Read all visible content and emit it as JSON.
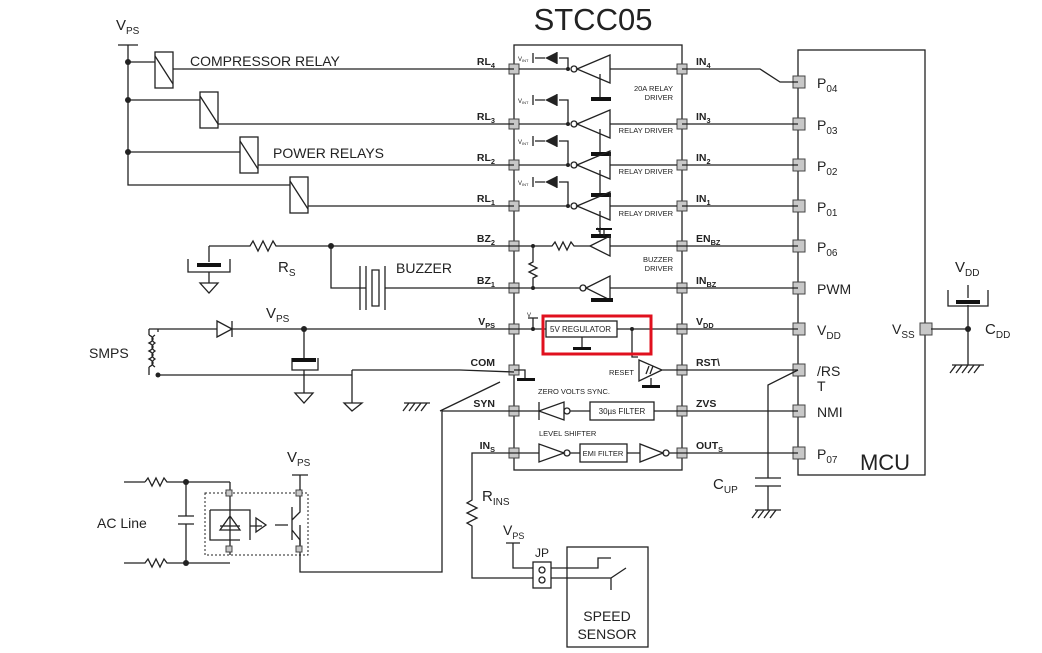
{
  "title": "STCC05",
  "ic_left_pins": [
    {
      "name": "RL",
      "sub": "4"
    },
    {
      "name": "RL",
      "sub": "3"
    },
    {
      "name": "RL",
      "sub": "2"
    },
    {
      "name": "RL",
      "sub": "1"
    },
    {
      "name": "BZ",
      "sub": "2"
    },
    {
      "name": "BZ",
      "sub": "1"
    },
    {
      "name": "V",
      "sub": "PS"
    },
    {
      "name": "COM",
      "sub": ""
    },
    {
      "name": "SYN",
      "sub": ""
    },
    {
      "name": "IN",
      "sub": "S"
    }
  ],
  "ic_right_pins": [
    {
      "name": "IN",
      "sub": "4"
    },
    {
      "name": "IN",
      "sub": "3"
    },
    {
      "name": "IN",
      "sub": "2"
    },
    {
      "name": "IN",
      "sub": "1"
    },
    {
      "name": "EN",
      "sub": "BZ"
    },
    {
      "name": "IN",
      "sub": "BZ"
    },
    {
      "name": "V",
      "sub": "DD"
    },
    {
      "name": "RST\\",
      "sub": ""
    },
    {
      "name": "ZVS",
      "sub": ""
    },
    {
      "name": "OUT",
      "sub": "S"
    }
  ],
  "mcu": {
    "label": "MCU",
    "pins": [
      {
        "name": "P",
        "sub": "04"
      },
      {
        "name": "P",
        "sub": "03"
      },
      {
        "name": "P",
        "sub": "02"
      },
      {
        "name": "P",
        "sub": "01"
      },
      {
        "name": "P",
        "sub": "06"
      },
      {
        "name": "PWM",
        "sub": ""
      },
      {
        "name": "V",
        "sub": "DD"
      },
      {
        "name": "/RS",
        "sub": "T"
      },
      {
        "name": "NMI",
        "sub": ""
      },
      {
        "name": "P",
        "sub": "07"
      }
    ],
    "vss": {
      "name": "V",
      "sub": "SS"
    }
  },
  "internal": {
    "relay_driver_20a": "20A RELAY",
    "driver": "DRIVER",
    "relay_driver": "RELAY DRIVER",
    "buzzer": "BUZZER",
    "vin": "V",
    "vin_sub": "INT",
    "regulator": "5V REGULATOR",
    "reset": "RESET",
    "zero_volts_sync": "ZERO VOLTS SYNC.",
    "filter_30us": "30µs FILTER",
    "level_shifter": "LEVEL SHIFTER",
    "emi_filter": "EMI FILTER"
  },
  "external": {
    "vps": {
      "name": "V",
      "sub": "PS"
    },
    "compressor_relay": "COMPRESSOR RELAY",
    "power_relays": "POWER RELAYS",
    "rs": {
      "name": "R",
      "sub": "S"
    },
    "buzzer": "BUZZER",
    "smps": "SMPS",
    "ac_line": "AC Line",
    "rins": {
      "name": "R",
      "sub": "INS"
    },
    "jp": "JP",
    "speed_sensor_1": "SPEED",
    "speed_sensor_2": "SENSOR",
    "cup": {
      "name": "C",
      "sub": "UP"
    },
    "vdd": {
      "name": "V",
      "sub": "DD"
    },
    "cdd": {
      "name": "C",
      "sub": "DD"
    }
  },
  "highlight_color": "#e0101e"
}
